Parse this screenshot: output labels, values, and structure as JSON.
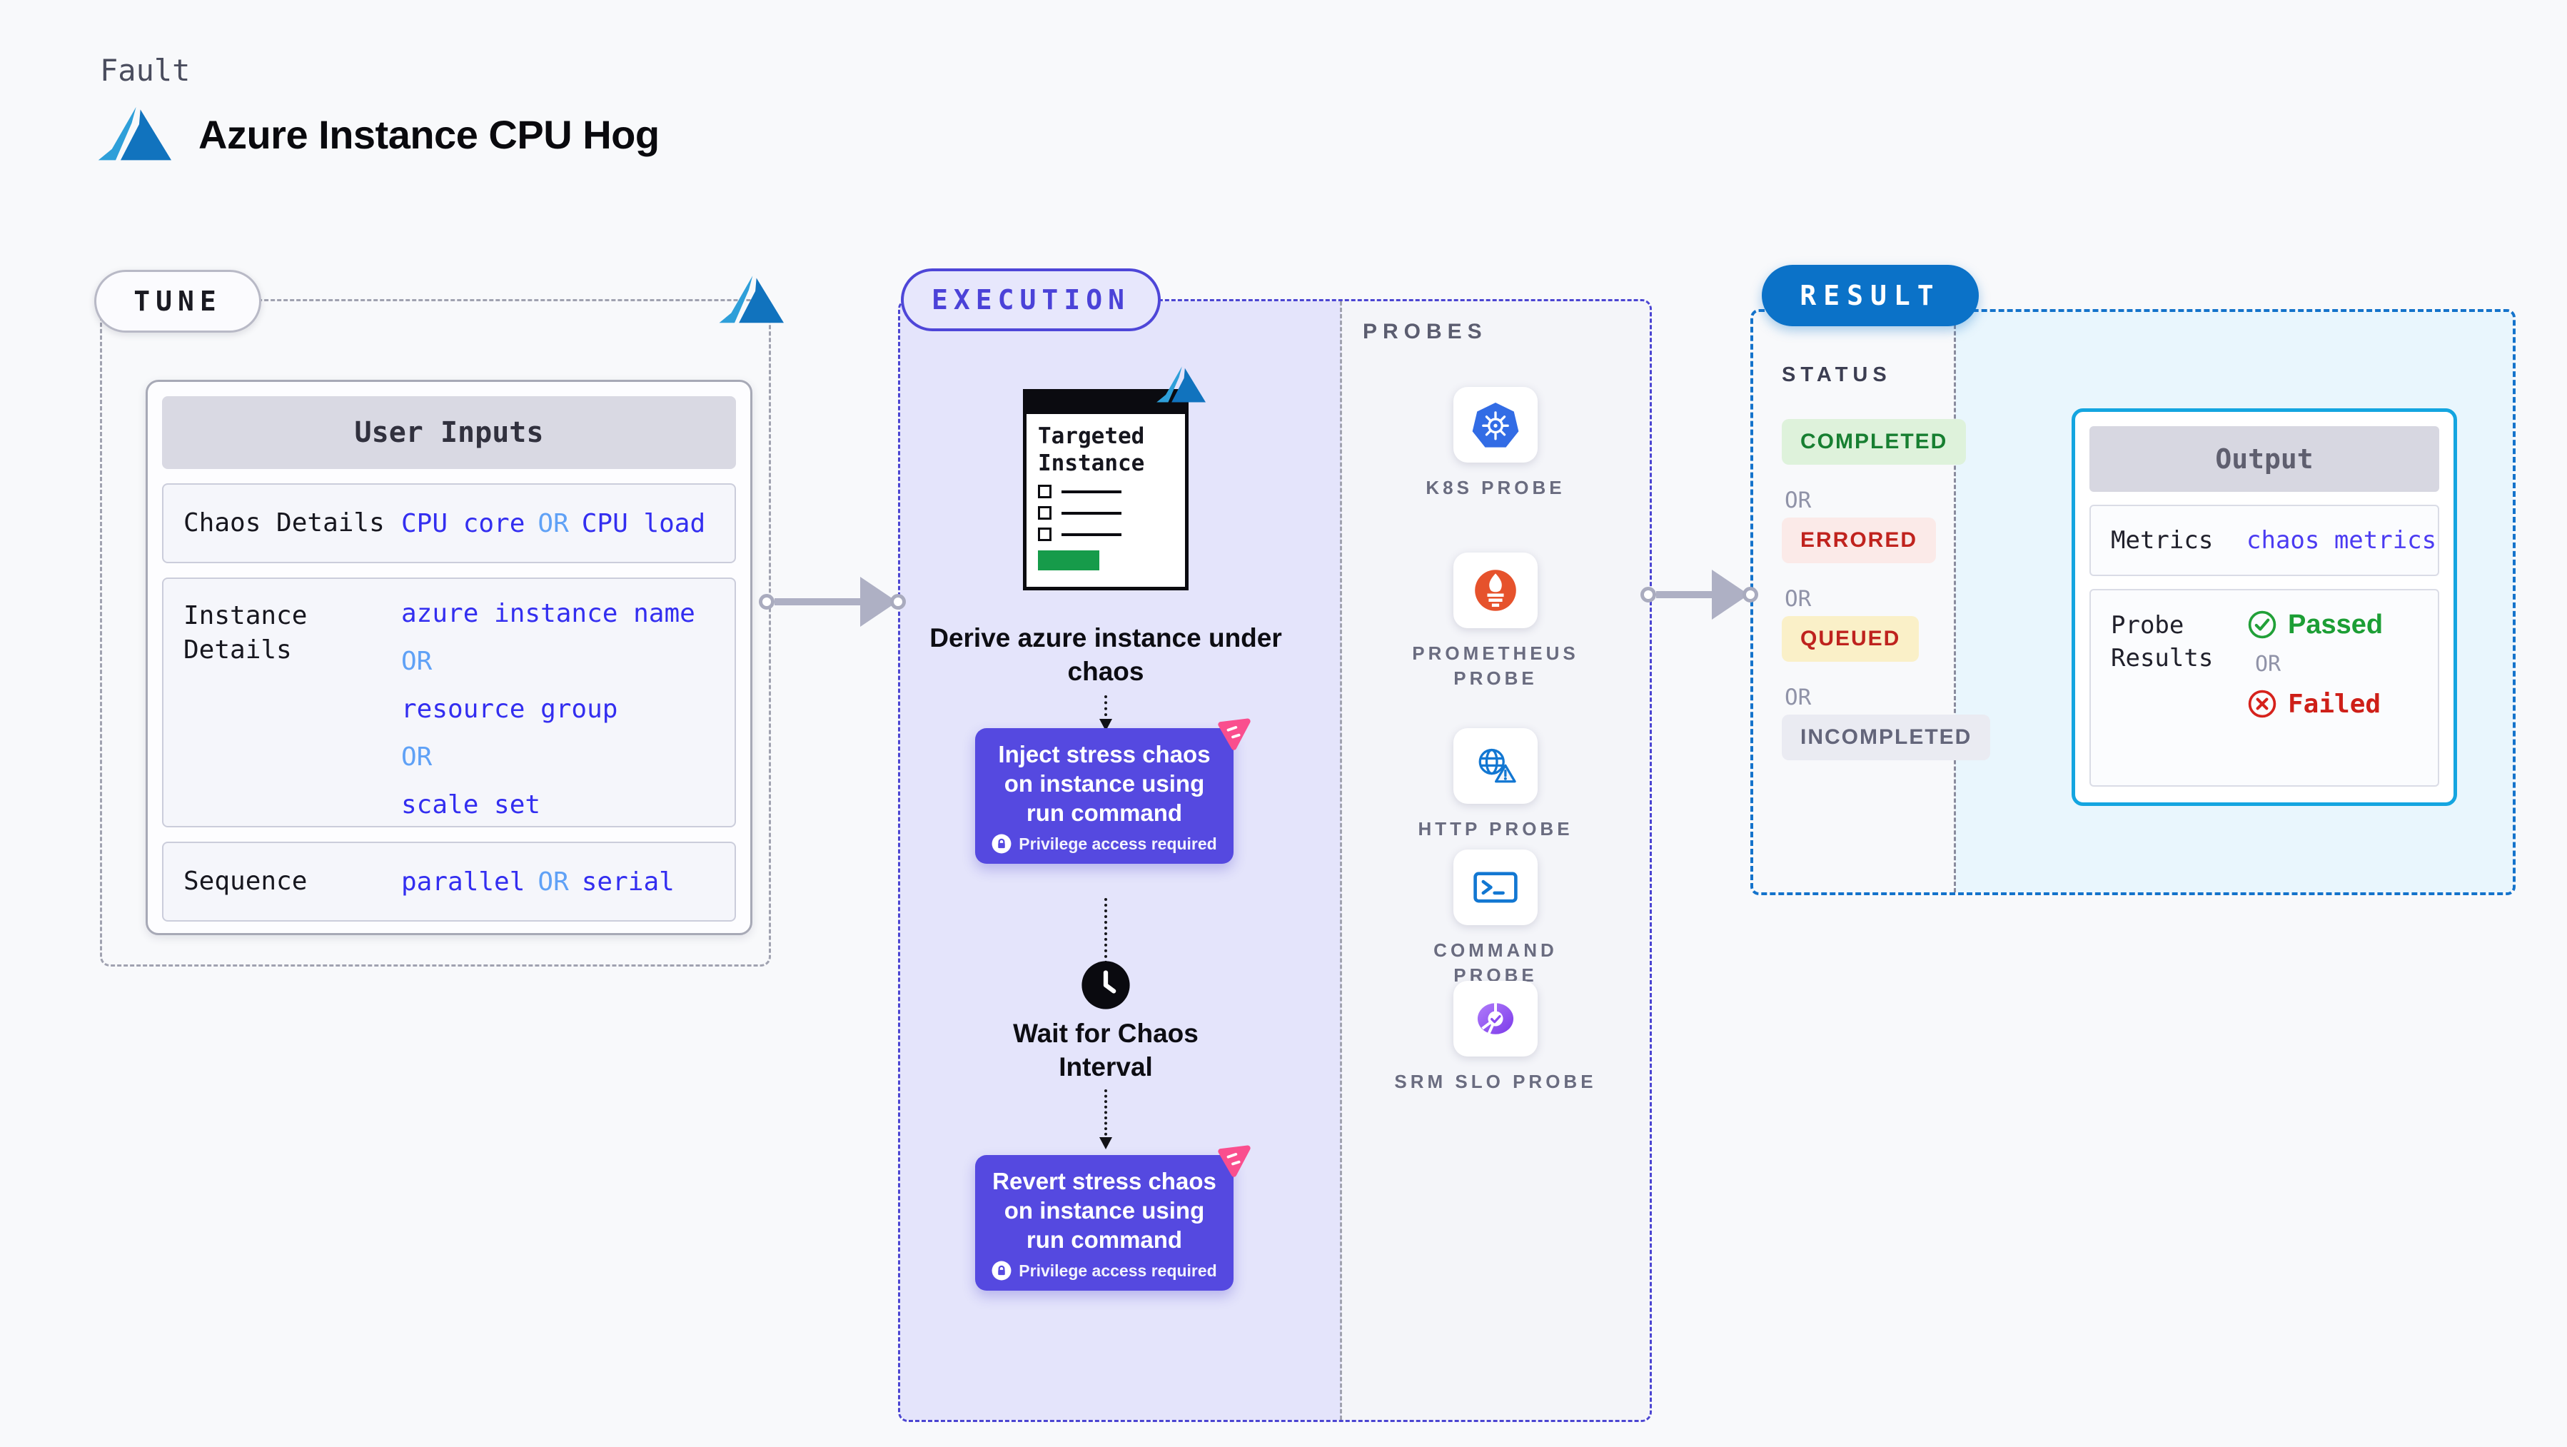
{
  "header": {
    "kicker": "Fault",
    "title": "Azure Instance CPU Hog"
  },
  "tune": {
    "label": "TUNE",
    "card": {
      "title": "User Inputs",
      "chaos": {
        "label": "Chaos Details",
        "v1": "CPU core",
        "or": "OR",
        "v2": "CPU load"
      },
      "instance": {
        "label_l1": "Instance",
        "label_l2": "Details",
        "v1": "azure instance name",
        "or1": "OR",
        "v2": "resource group",
        "or2": "OR",
        "v3": "scale set"
      },
      "sequence": {
        "label": "Sequence",
        "v1": "parallel",
        "or": "OR",
        "v2": "serial"
      }
    }
  },
  "execution": {
    "label": "EXECUTION",
    "window": {
      "l1": "Targeted",
      "l2": "Instance"
    },
    "derive": "Derive azure instance under chaos",
    "inject": "Inject stress chaos on instance using run command",
    "privilege": "Privilege access required",
    "wait_l1": "Wait for Chaos",
    "wait_l2": "Interval",
    "revert": "Revert stress chaos on instance using run command"
  },
  "probes": {
    "label": "PROBES",
    "items": [
      {
        "label": "K8S PROBE",
        "icon": "kubernetes-icon"
      },
      {
        "label": "PROMETHEUS PROBE",
        "icon": "prometheus-icon"
      },
      {
        "label": "HTTP PROBE",
        "icon": "http-globe-warning-icon"
      },
      {
        "label": "COMMAND PROBE",
        "icon": "terminal-icon"
      },
      {
        "label": "SRM SLO PROBE",
        "icon": "srm-slo-donut-icon"
      }
    ]
  },
  "result": {
    "label": "RESULT",
    "status_label": "STATUS",
    "or": "OR",
    "statuses": [
      {
        "label": "COMPLETED",
        "color": "#177F31",
        "bg": "#DEF2DB"
      },
      {
        "label": "ERRORED",
        "color": "#C0231E",
        "bg": "#FBEAE8"
      },
      {
        "label": "QUEUED",
        "color": "#BE231E",
        "bg": "#FAF0C8"
      },
      {
        "label": "INCOMPLETED",
        "color": "#63657A",
        "bg": "#EAEBF2"
      }
    ],
    "output": {
      "title": "Output",
      "metrics_label": "Metrics",
      "metrics_value": "chaos metrics",
      "probe_l1": "Probe",
      "probe_l2": "Results",
      "passed": "Passed",
      "or": "OR",
      "failed": "Failed"
    }
  },
  "colors": {
    "azure_light": "#2E9FD9",
    "azure_dark": "#1173BE",
    "indigo": "#4B45D2",
    "action_purple": "#5549E0",
    "result_blue": "#0B72C8",
    "output_cyan": "#14A5E0",
    "passed_green": "#1C9E35",
    "failed_red": "#CE1F18",
    "chaos_pink": "#FA4E8E",
    "k8s_blue": "#326CE5",
    "prometheus_orange": "#E6522C"
  }
}
